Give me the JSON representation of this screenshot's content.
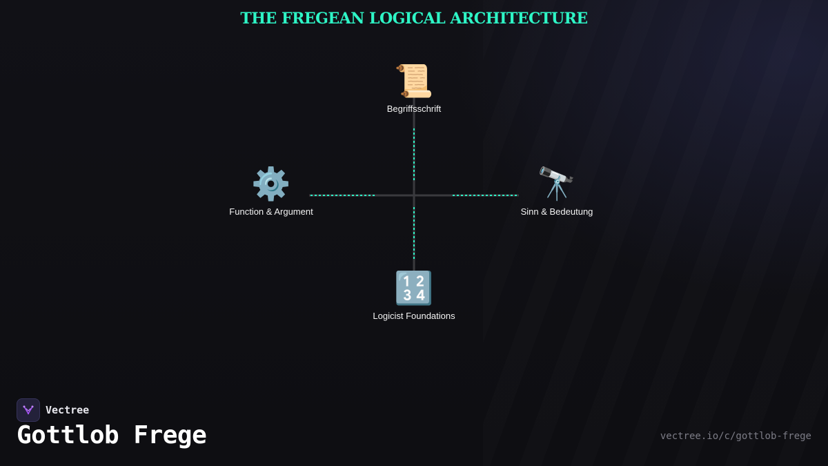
{
  "title": "THE FREGEAN LOGICAL ARCHITECTURE",
  "colors": {
    "accent": "#2ef5c6",
    "connector": "#3a3a3e",
    "background": "#0f0f13"
  },
  "nodes": {
    "top": {
      "icon": "📜",
      "icon_name": "scroll-icon",
      "label": "Begriffsschrift"
    },
    "left": {
      "icon": "⚙️",
      "icon_name": "gear-icon",
      "label": "Function & Argument"
    },
    "right": {
      "icon": "🔭",
      "icon_name": "telescope-icon",
      "label": "Sinn & Bedeutung"
    },
    "bottom": {
      "icon": "🔢",
      "icon_name": "numbers-icon",
      "label": "Logicist Foundations"
    }
  },
  "brand": {
    "name": "Vectree",
    "logo_icon": "vectree-logo-icon"
  },
  "subject": "Gottlob Frege",
  "url": "vectree.io/c/gottlob-frege"
}
